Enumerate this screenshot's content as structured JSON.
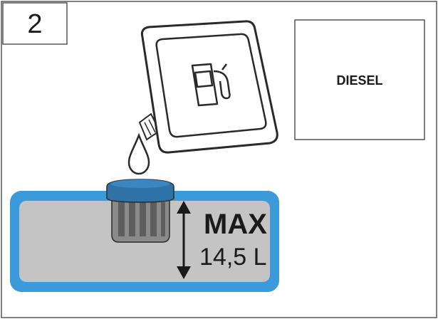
{
  "step": {
    "number": "2"
  },
  "fuel_type": {
    "label": "DIESEL"
  },
  "tank": {
    "max_label": "MAX",
    "capacity_label": "14,5 L"
  },
  "colors": {
    "tank_border": "#3b9ad9",
    "tank_fill": "#c4c4c4",
    "cap_top": "#2f72a8",
    "filler_body": "#8a8a8a",
    "outline": "#2a2a2a"
  },
  "icons": {
    "canister": "jerry-can-icon",
    "pump": "fuel-pump-icon",
    "drop": "fuel-drop-icon",
    "arrow": "double-arrow-icon"
  }
}
